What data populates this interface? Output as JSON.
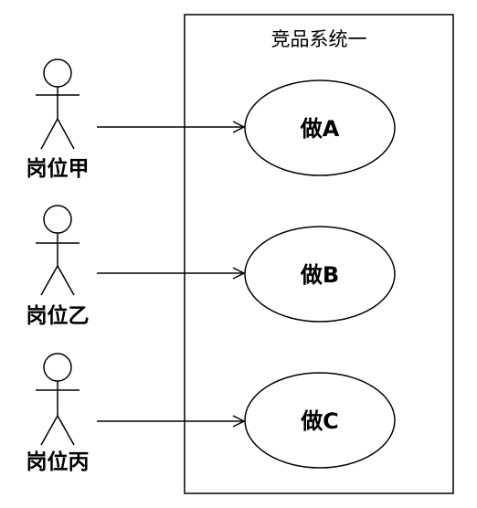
{
  "system": {
    "title": "竞品系统一"
  },
  "actors": [
    {
      "label": "岗位甲",
      "icon": "stick-figure-icon"
    },
    {
      "label": "岗位乙",
      "icon": "stick-figure-icon"
    },
    {
      "label": "岗位丙",
      "icon": "stick-figure-icon"
    }
  ],
  "use_cases": [
    {
      "label": "做A"
    },
    {
      "label": "做B"
    },
    {
      "label": "做C"
    }
  ]
}
